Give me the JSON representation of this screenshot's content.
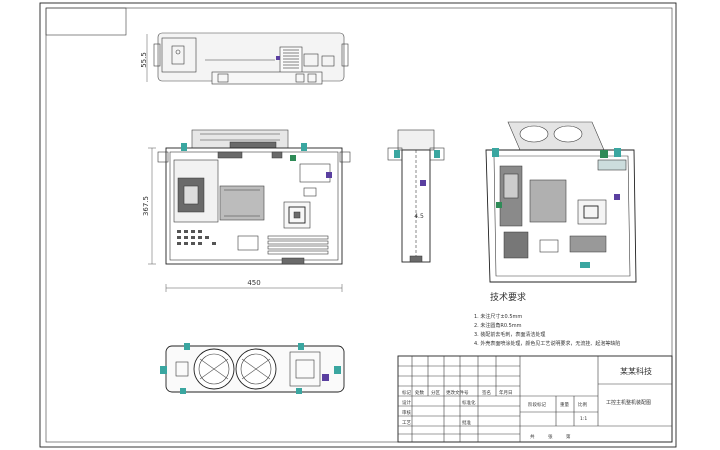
{
  "dimensions": {
    "top_height": "55.5",
    "front_height": "367.5",
    "front_width": "450",
    "side_label": "4.5"
  },
  "notes": {
    "title": "技术要求",
    "items": [
      "1. 未注尺寸±0.5mm",
      "2. 未注圆角R0.5mm",
      "3. 装配前去毛刺，表面清洁处理",
      "4. 外壳表面喷涂处理，颜色见工艺说明要求，无流挂、起泡等缺陷"
    ]
  },
  "title_block": {
    "company": "某某科技",
    "drawing_name": "工控主机整机装配图",
    "row_labels": [
      "标记",
      "处数",
      "分区",
      "更改文件号",
      "签名",
      "年月日"
    ],
    "designer_label": "设计",
    "check_label": "审核",
    "process_label": "工艺",
    "standard_label": "标准化",
    "approve_label": "批准",
    "stage_label": "阶段标记",
    "weight_label": "重量",
    "scale_label": "比例",
    "scale_value": "1:1",
    "sheet_total": "共",
    "sheet_label": "张",
    "sheet_no": "第"
  },
  "colors": {
    "line": "#3a3a3a",
    "accent_purple": "#5a3fa0",
    "accent_green": "#2e8b57",
    "accent_teal": "#3aa6a0"
  }
}
